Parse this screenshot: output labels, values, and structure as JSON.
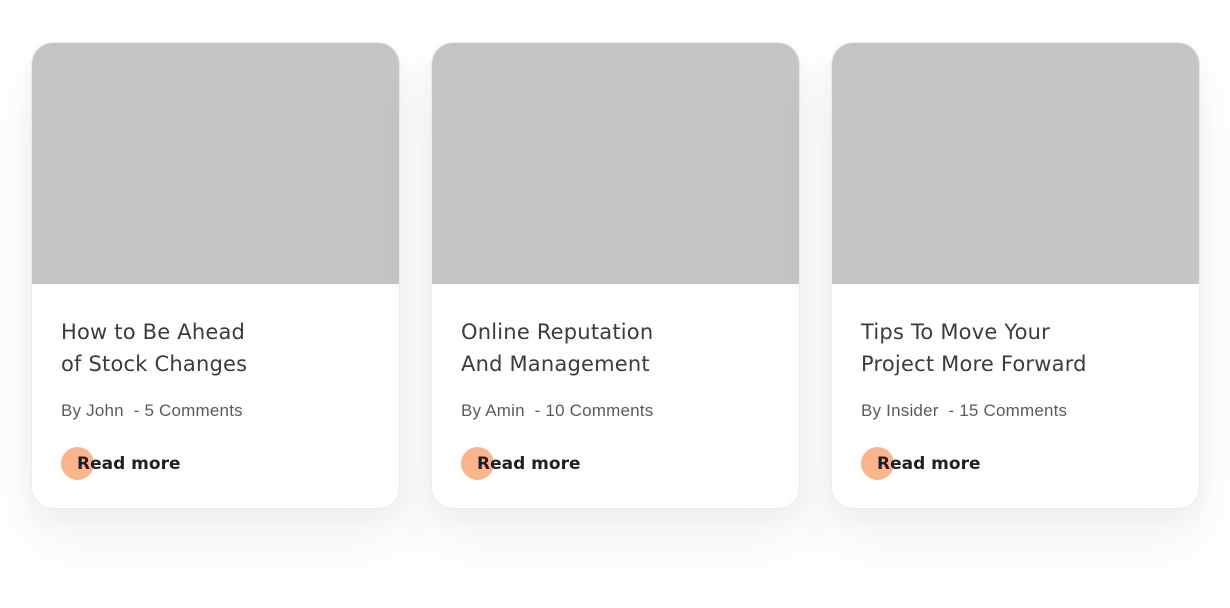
{
  "colors": {
    "accent_dot": "#fbb48e",
    "image_placeholder": "#c4c4c4"
  },
  "cards": [
    {
      "title_line1": "How to Be Ahead",
      "title_line2": "of Stock Changes",
      "author": "By John",
      "comments": "- 5 Comments",
      "read_more_label": "Read more"
    },
    {
      "title_line1": "Online Reputation",
      "title_line2": "And Management",
      "author": "By Amin",
      "comments": "- 10 Comments",
      "read_more_label": "Read more"
    },
    {
      "title_line1": "Tips To Move Your",
      "title_line2": "Project More Forward",
      "author": "By Insider",
      "comments": "- 15 Comments",
      "read_more_label": "Read more"
    }
  ]
}
